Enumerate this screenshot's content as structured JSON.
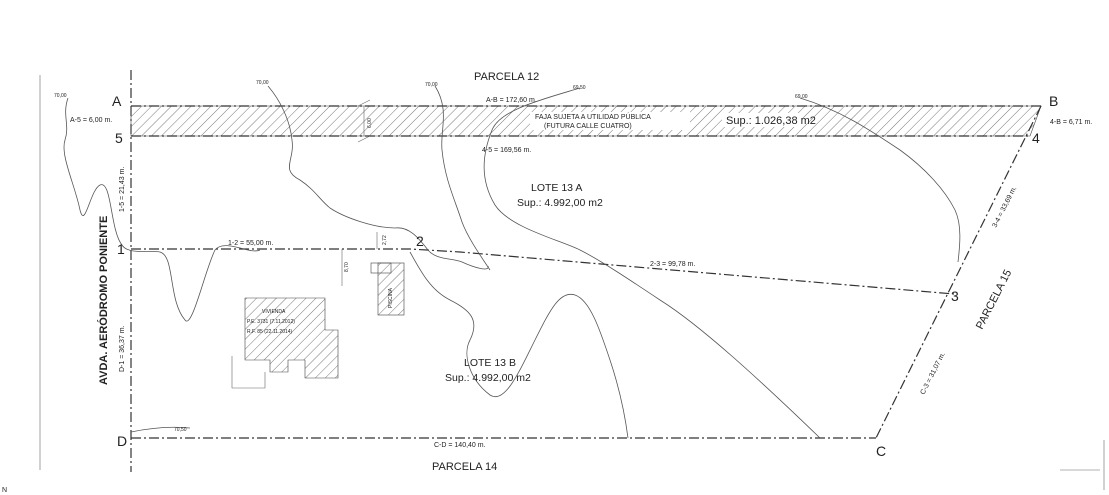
{
  "neighbors": {
    "north": "PARCELA 12",
    "south": "PARCELA 14",
    "east": "PARCELA 15",
    "west_street": "AVDA. AERÓDROMO PONIENTE"
  },
  "points": {
    "A": "A",
    "B": "B",
    "C": "C",
    "D": "D",
    "p1": "1",
    "p2": "2",
    "p3": "3",
    "p4": "4",
    "p5": "5"
  },
  "dimensions": {
    "AB": "A-B = 172,60 m.",
    "A5": "A-5 = 6,00 m.",
    "B4": "4-B = 6,71 m.",
    "s45": "4-5 = 169,56 m.",
    "s15": "1-5 = 21,43 m.",
    "s12": "1-2 = 55,00 m.",
    "s23": "2-3 = 99,78 m.",
    "s34": "3-4 = 33,69 m.",
    "C3": "C-3 = 31,07 m.",
    "CD": "C-D = 140,40 m.",
    "D1": "D-1 = 36,37 m."
  },
  "easement": {
    "line1": "FAJA SUJETA A UTILIDAD PÚBLICA",
    "line2": "(FUTURA CALLE CUATRO)",
    "area": "Sup.: 1.026,38 m2",
    "width": "6,00"
  },
  "lots": [
    {
      "name": "LOTE  13 A",
      "area": "Sup.: 4.992,00 m2"
    },
    {
      "name": "LOTE  13 B",
      "area": "Sup.: 4.992,00 m2"
    }
  ],
  "building": {
    "title": "VIVIENDA",
    "pe": "P.E. 3731 (7.11.2012)",
    "rf": "R.F.   85 (22.11.2014)"
  },
  "pool": "PISCINA",
  "small_dims": {
    "d870": "8,70",
    "d2": "2,72"
  },
  "contours": {
    "c1": "70,00",
    "c2": "70,00",
    "c3": "70,00",
    "c4": "69,50",
    "c5": "69,00",
    "c6": "70,50"
  },
  "corner_mark": "N"
}
